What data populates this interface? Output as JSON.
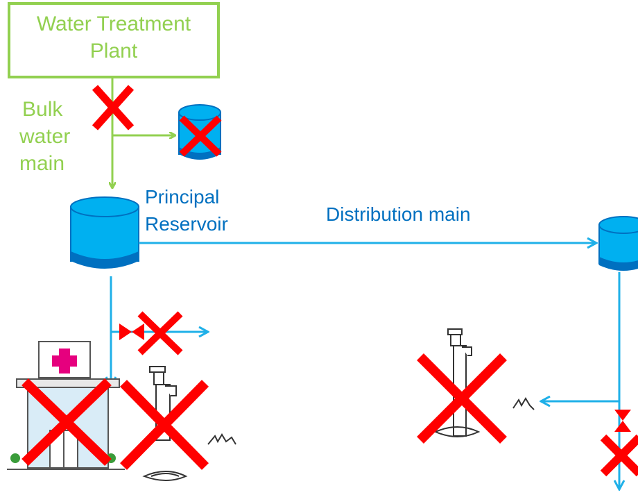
{
  "treatment_plant": {
    "line1": "Water Treatment",
    "line2": "Plant"
  },
  "bulk_main": {
    "line1": "Bulk",
    "line2": "water",
    "line3": "main"
  },
  "principal_reservoir": {
    "line1": "Principal",
    "line2": "Reservoir"
  },
  "distribution_main": {
    "label": "Distribution main"
  },
  "colors": {
    "bulk_green": "#92d050",
    "distribution_blue": "#1fb0e8",
    "label_blue": "#0070c0",
    "tank_blue": "#00b0f0",
    "tank_dark": "#0070c0",
    "cross_red": "#ff0000"
  }
}
